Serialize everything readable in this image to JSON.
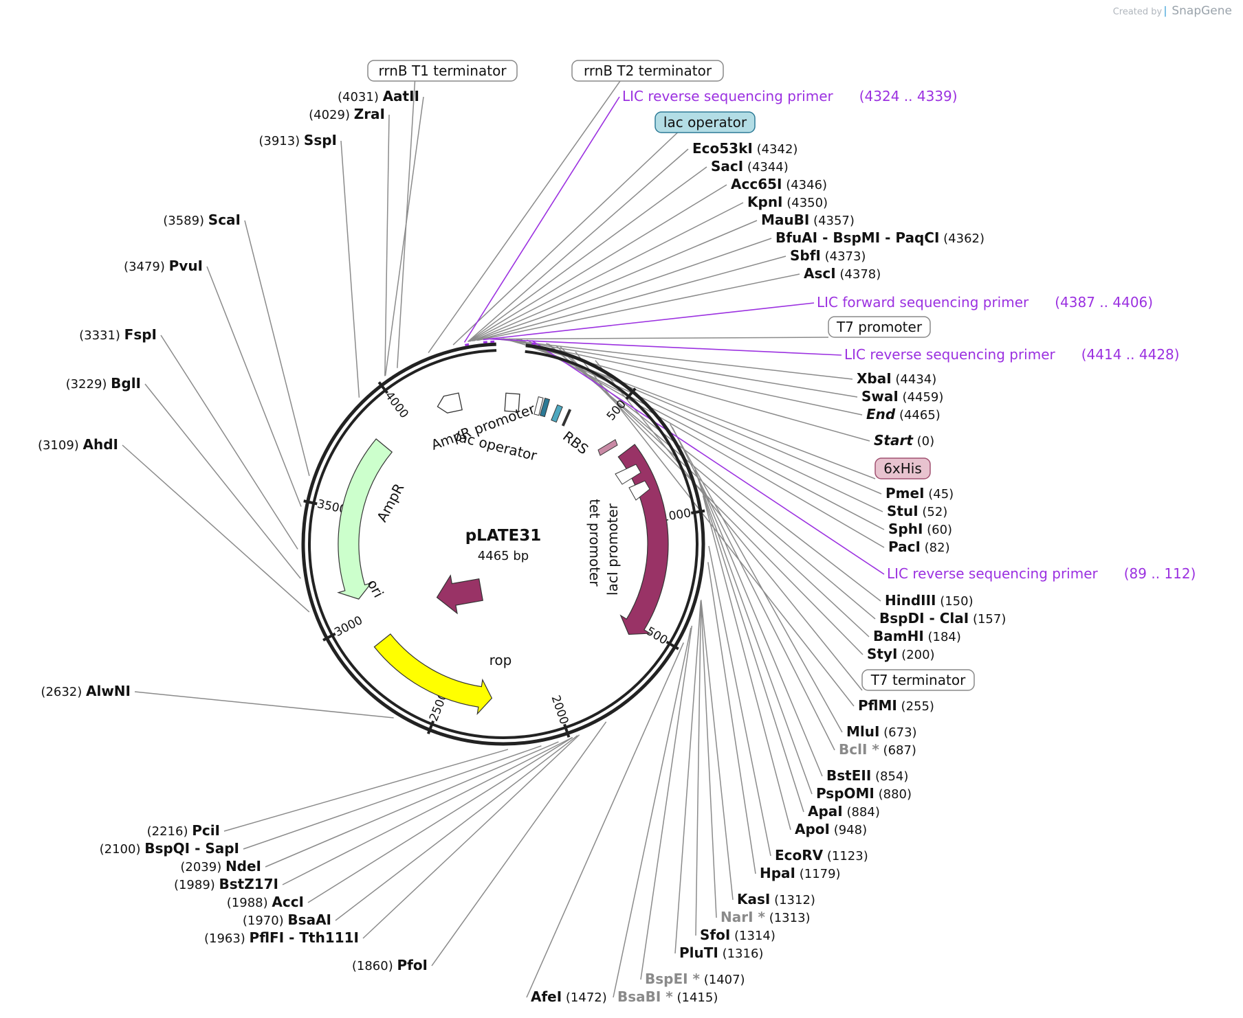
{
  "credit": {
    "prefix": "Created by",
    "brand": "SnapGene"
  },
  "plasmid": {
    "name": "pLATE31",
    "size": "4465 bp",
    "length": 4465
  },
  "ticks": [
    "500",
    "1000",
    "1500",
    "2000",
    "2500",
    "3000",
    "3500",
    "4000"
  ],
  "colors": {
    "lacI": "#993366",
    "ori": "#ffff00",
    "AmpR": "#ccffcc",
    "rop": "#993366",
    "primer": "#9b30e0",
    "lac_operator": "#b3dde5",
    "his": "#e8c3cf"
  },
  "features": [
    {
      "name": "lacI",
      "start": 655,
      "end": 1560,
      "color": "#993366",
      "text_color": "#ffffff"
    },
    {
      "name": "rop",
      "start": 1815,
      "end": 1980,
      "color": "#993366"
    },
    {
      "name": "ori",
      "start": 2285,
      "end": 2870,
      "color": "#ffff00"
    },
    {
      "name": "AmpR",
      "start": 3090,
      "end": 3840,
      "color": "#ccffcc"
    },
    {
      "name": "AmpR promoter",
      "start": 3850,
      "end": 3950,
      "color": "#ffffff"
    },
    {
      "name": "lac operator",
      "start": 4000,
      "end": 4060,
      "color": "#ffffff"
    },
    {
      "name": "RBS",
      "start": 4300,
      "end": 4310,
      "color": "#ffffff"
    },
    {
      "name": "tet promoter",
      "start": 580,
      "end": 640,
      "color": "#ffffff"
    },
    {
      "name": "lacI promoter",
      "start": 540,
      "end": 600,
      "color": "#ffffff"
    }
  ],
  "boxed_labels": [
    {
      "text": "rrnB T1 terminator",
      "style": "plain"
    },
    {
      "text": "rrnB T2 terminator",
      "style": "plain"
    },
    {
      "text": "lac operator",
      "style": "blue"
    },
    {
      "text": "T7 promoter",
      "style": "plain"
    },
    {
      "text": "6xHis",
      "style": "pink"
    },
    {
      "text": "T7 terminator",
      "style": "plain"
    }
  ],
  "primers": [
    {
      "name": "LIC reverse sequencing primer",
      "range": "(4324 .. 4339)"
    },
    {
      "name": "LIC forward sequencing primer",
      "range": "(4387 .. 4406)"
    },
    {
      "name": "LIC reverse sequencing primer",
      "range": "(4414 .. 4428)"
    },
    {
      "name": "LIC reverse sequencing primer",
      "range": "(89 .. 112)"
    }
  ],
  "sites_right": [
    {
      "name": "Eco53kI",
      "pos": "(4342)",
      "bp": 4342
    },
    {
      "name": "SacI",
      "pos": "(4344)",
      "bp": 4344
    },
    {
      "name": "Acc65I",
      "pos": "(4346)",
      "bp": 4346
    },
    {
      "name": "KpnI",
      "pos": "(4350)",
      "bp": 4350
    },
    {
      "name": "MauBI",
      "pos": "(4357)",
      "bp": 4357
    },
    {
      "name": "BfuAI - BspMI - PaqCI",
      "pos": "(4362)",
      "bp": 4362
    },
    {
      "name": "SbfI",
      "pos": "(4373)",
      "bp": 4373
    },
    {
      "name": "AscI",
      "pos": "(4378)",
      "bp": 4378
    },
    {
      "name": "XbaI",
      "pos": "(4434)",
      "bp": 4434
    },
    {
      "name": "SwaI",
      "pos": "(4459)",
      "bp": 4459
    },
    {
      "name": "End",
      "pos": "(4465)",
      "bp": 4465,
      "italic": true
    },
    {
      "name": "Start",
      "pos": "(0)",
      "bp": 0,
      "italic": true
    },
    {
      "name": "PmeI",
      "pos": "(45)",
      "bp": 45
    },
    {
      "name": "StuI",
      "pos": "(52)",
      "bp": 52
    },
    {
      "name": "SphI",
      "pos": "(60)",
      "bp": 60
    },
    {
      "name": "PacI",
      "pos": "(82)",
      "bp": 82
    },
    {
      "name": "HindIII",
      "pos": "(150)",
      "bp": 150
    },
    {
      "name": "BspDI - ClaI",
      "pos": "(157)",
      "bp": 157
    },
    {
      "name": "BamHI",
      "pos": "(184)",
      "bp": 184
    },
    {
      "name": "StyI",
      "pos": "(200)",
      "bp": 200
    },
    {
      "name": "PflMI",
      "pos": "(255)",
      "bp": 255
    },
    {
      "name": "MluI",
      "pos": "(673)",
      "bp": 673
    },
    {
      "name": "BclI *",
      "pos": "(687)",
      "bp": 687,
      "gray": true
    },
    {
      "name": "BstEII",
      "pos": "(854)",
      "bp": 854
    },
    {
      "name": "PspOMI",
      "pos": "(880)",
      "bp": 880
    },
    {
      "name": "ApaI",
      "pos": "(884)",
      "bp": 884
    },
    {
      "name": "ApoI",
      "pos": "(948)",
      "bp": 948
    },
    {
      "name": "EcoRV",
      "pos": "(1123)",
      "bp": 1123
    },
    {
      "name": "HpaI",
      "pos": "(1179)",
      "bp": 1179
    },
    {
      "name": "KasI",
      "pos": "(1312)",
      "bp": 1312
    },
    {
      "name": "NarI *",
      "pos": "(1313)",
      "bp": 1313,
      "gray": true
    },
    {
      "name": "SfoI",
      "pos": "(1314)",
      "bp": 1314
    },
    {
      "name": "PluTI",
      "pos": "(1316)",
      "bp": 1316
    },
    {
      "name": "BspEI *",
      "pos": "(1407)",
      "bp": 1407,
      "gray": true
    },
    {
      "name": "BsaBI *",
      "pos": "(1415)",
      "bp": 1415,
      "gray": true
    },
    {
      "name": "AfeI",
      "pos": "(1472)",
      "bp": 1472
    }
  ],
  "sites_left": [
    {
      "name": "AatII",
      "pos": "(4031)",
      "bp": 4031
    },
    {
      "name": "ZraI",
      "pos": "(4029)",
      "bp": 4029
    },
    {
      "name": "SspI",
      "pos": "(3913)",
      "bp": 3913
    },
    {
      "name": "ScaI",
      "pos": "(3589)",
      "bp": 3589
    },
    {
      "name": "PvuI",
      "pos": "(3479)",
      "bp": 3479
    },
    {
      "name": "FspI",
      "pos": "(3331)",
      "bp": 3331
    },
    {
      "name": "BglI",
      "pos": "(3229)",
      "bp": 3229
    },
    {
      "name": "AhdI",
      "pos": "(3109)",
      "bp": 3109
    },
    {
      "name": "AlwNI",
      "pos": "(2632)",
      "bp": 2632
    },
    {
      "name": "PciI",
      "pos": "(2216)",
      "bp": 2216
    },
    {
      "name": "BspQI - SapI",
      "pos": "(2100)",
      "bp": 2100
    },
    {
      "name": "NdeI",
      "pos": "(2039)",
      "bp": 2039
    },
    {
      "name": "BstZ17I",
      "pos": "(1989)",
      "bp": 1989
    },
    {
      "name": "AccI",
      "pos": "(1988)",
      "bp": 1988
    },
    {
      "name": "BsaAI",
      "pos": "(1970)",
      "bp": 1970
    },
    {
      "name": "PflFI - Tth111I",
      "pos": "(1963)",
      "bp": 1963
    },
    {
      "name": "PfoI",
      "pos": "(1860)",
      "bp": 1860
    }
  ]
}
